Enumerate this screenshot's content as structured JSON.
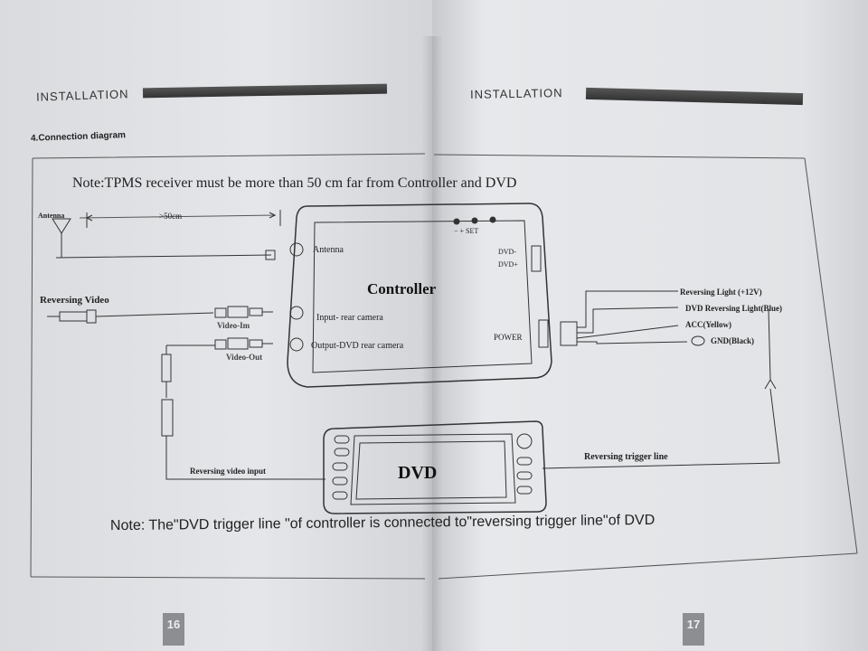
{
  "header_left": "INSTALLATION",
  "header_right": "INSTALLATION",
  "section_title": "4.Connection diagram",
  "note_top": "Note:TPMS receiver must be more than 50 cm far from  Controller and DVD",
  "note_bottom": "Note: The\"DVD trigger line \"of controller is connected to\"reversing trigger line\"of DVD",
  "labels": {
    "antenna_left": "Antenna",
    "distance": ">50cm",
    "reversing_video": "Reversing Video",
    "video_in": "Video-Im",
    "video_out": "Video-Out",
    "reversing_video_input": "Reversing video input",
    "controller": "Controller",
    "ctrl_antenna": "Antenna",
    "ctrl_input": "Input- rear camera",
    "ctrl_output": "Output-DVD rear camera",
    "ctrl_power": "POWER",
    "ctrl_dvd_minus": "DVD-",
    "ctrl_dvd_plus": "DVD+",
    "ctrl_buttons": "−   +   SET",
    "dvd": "DVD",
    "reversing_light": "Reversing Light (+12V)",
    "dvd_reversing_light": "DVD Reversing Light(Blue)",
    "acc": "ACC(Yellow)",
    "gnd": "GND(Black)",
    "reversing_trigger_line": "Reversing  trigger line"
  },
  "page_left": "16",
  "page_right": "17"
}
